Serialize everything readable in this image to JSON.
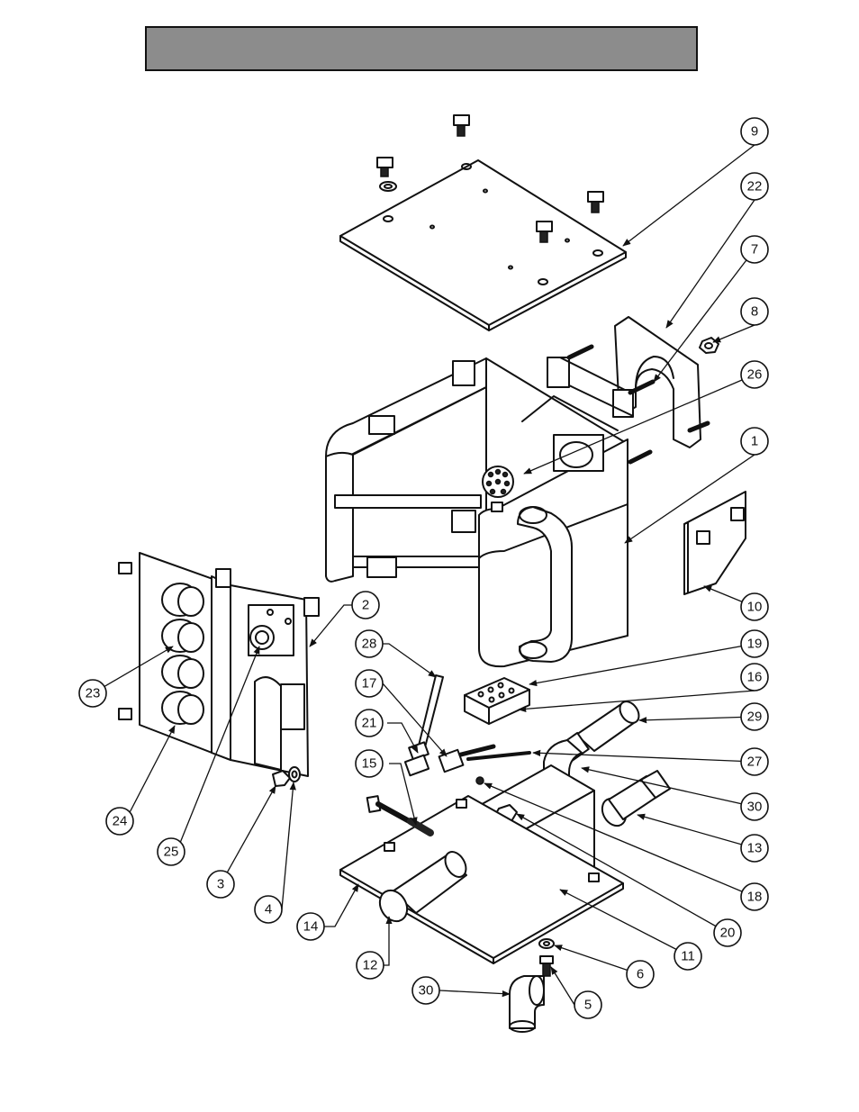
{
  "title": "",
  "colors": {
    "title_bar": "#8c8c8c",
    "line": "#111111",
    "paper": "#ffffff"
  },
  "callouts": [
    "1",
    "2",
    "3",
    "4",
    "5",
    "6",
    "7",
    "8",
    "9",
    "10",
    "11",
    "12",
    "13",
    "14",
    "15",
    "16",
    "17",
    "18",
    "19",
    "20",
    "21",
    "22",
    "23",
    "24",
    "25",
    "26",
    "27",
    "28",
    "29",
    "30"
  ]
}
